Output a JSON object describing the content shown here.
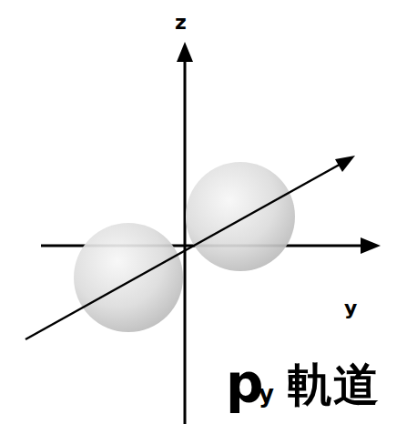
{
  "diagram": {
    "labels": [
      "z",
      "y",
      "p",
      "y",
      "軌道"
    ]
  }
}
